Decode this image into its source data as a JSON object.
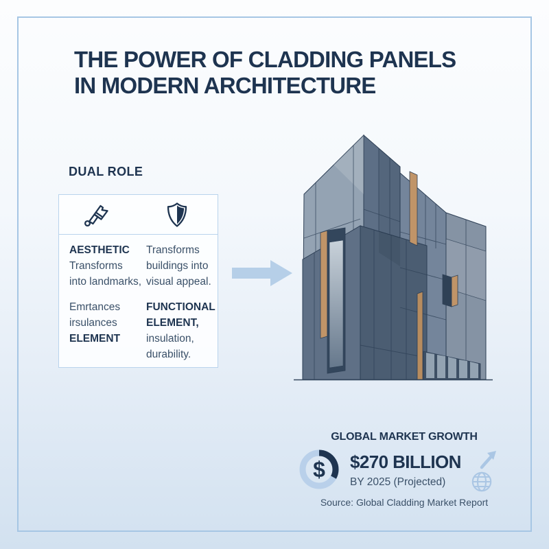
{
  "title": {
    "line1": "THE POWER OF CLADDING PANELS",
    "line2": "IN MODERN ARCHITECTURE"
  },
  "dual_role": {
    "heading": "DUAL ROLE",
    "icons": [
      "paintbrush-icon",
      "shield-icon"
    ],
    "left_column": [
      "AESTHETIC",
      "Transforms",
      "into landmarks,",
      "Emrtances",
      "irsulances",
      "ELEMENT"
    ],
    "right_column": [
      "Transforms",
      "buildings into",
      "visual appeal.",
      "FUNCTIONAL",
      "ELEMENT,",
      "insulation,",
      "durability."
    ]
  },
  "market": {
    "heading": "GLOBAL MARKET GROWTH",
    "value": "$270 BILLION",
    "projection": "BY 2025 (Projected)",
    "source": "Source: Global Cladding Market Report",
    "donut_symbol": "$",
    "icons": [
      "dollar-donut-icon",
      "trend-up-arrow-icon",
      "globe-icon"
    ]
  },
  "colors": {
    "navy": "#1e3450",
    "body_text": "#3a5068",
    "light_blue_accent": "#aac6e4",
    "frame_border": "#a6c6e4",
    "bronze_accent": "#c09468",
    "panel_light": "#94a3b3",
    "panel_dark": "#4b5d72"
  }
}
